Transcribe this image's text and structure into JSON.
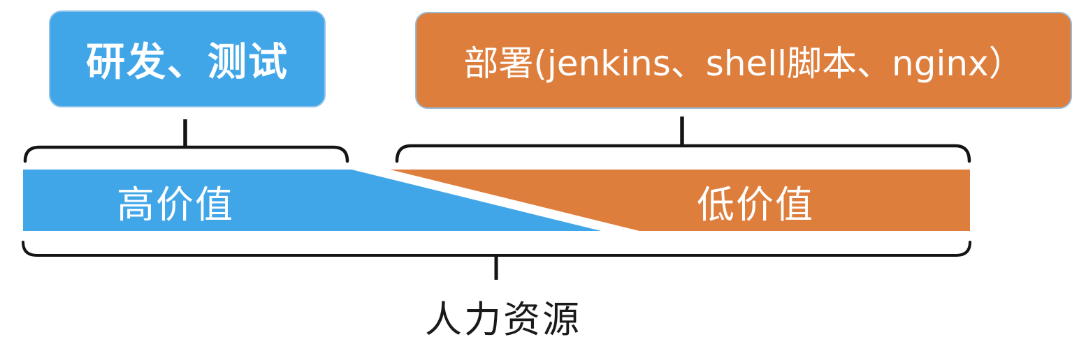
{
  "palette": {
    "bar_blue": "#41A6E8",
    "bar_orange": "#DE7E3C",
    "box_blue_fill": "#41A6E8",
    "box_orange_fill": "#DE7E3C",
    "box_border_light_blue": "#94BBDC",
    "brace_black": "#141414",
    "label_white": "#FFFFFF",
    "label_black": "#1A1A1A"
  },
  "boxes": {
    "dev_test": {
      "label": "研发、测试"
    },
    "deploy": {
      "label": "部署(jenkins、shell脚本、nginx）"
    }
  },
  "bar": {
    "high_value": {
      "label": "高价值"
    },
    "low_value": {
      "label": "低价值"
    }
  },
  "bottom": {
    "label": "人力资源"
  }
}
